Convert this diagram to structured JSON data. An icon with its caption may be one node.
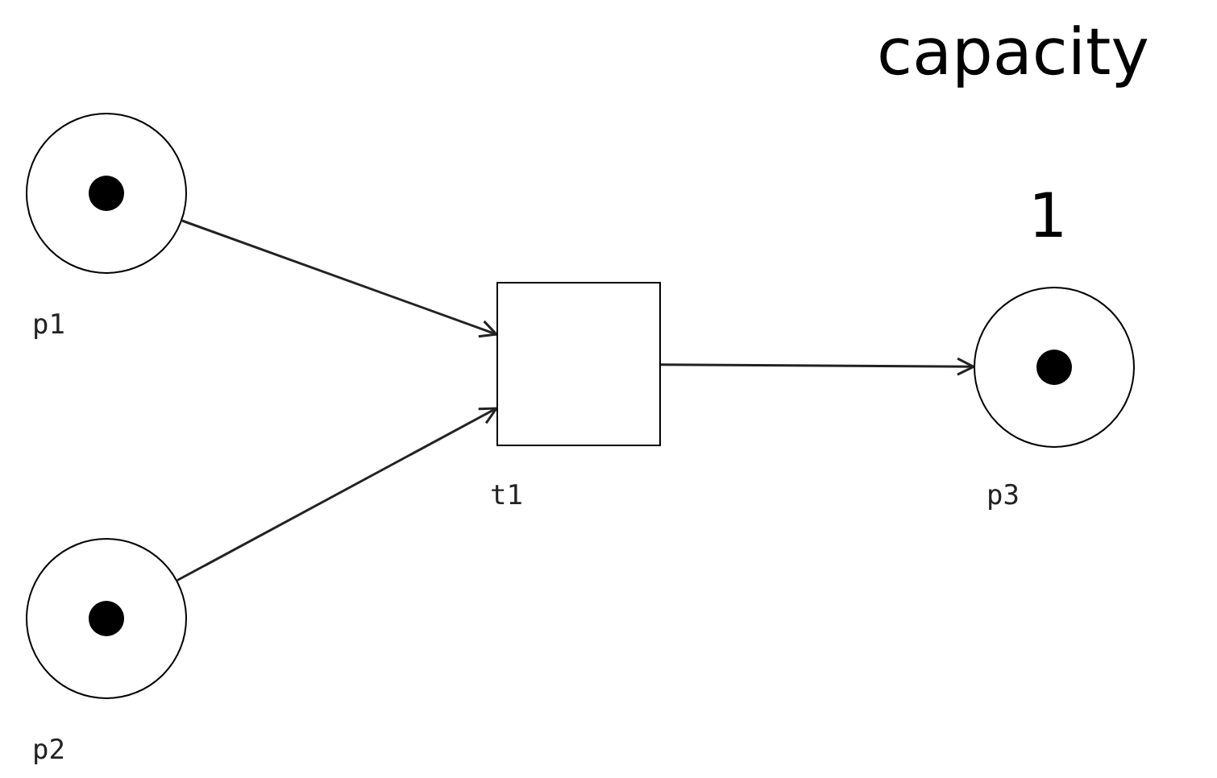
{
  "diagram": {
    "nodes": [
      {
        "text": [],
        "shape": "circle",
        "beside": [
          "p1"
        ]
      },
      {
        "text": [],
        "shape": "circle",
        "beside": [
          "p2"
        ]
      },
      {
        "text": [],
        "shape": "box",
        "beside": [
          "t1"
        ]
      },
      {
        "text": [],
        "shape": "circle",
        "beside": [
          "p3"
        ]
      }
    ],
    "edges": [
      {
        "from": 0,
        "to": 2,
        "arrow": "to"
      },
      {
        "from": 1,
        "to": 2,
        "arrow": "to"
      },
      {
        "from": 2,
        "to": 3,
        "arrow": "to"
      }
    ],
    "labels": [
      "capacity",
      "1"
    ]
  }
}
